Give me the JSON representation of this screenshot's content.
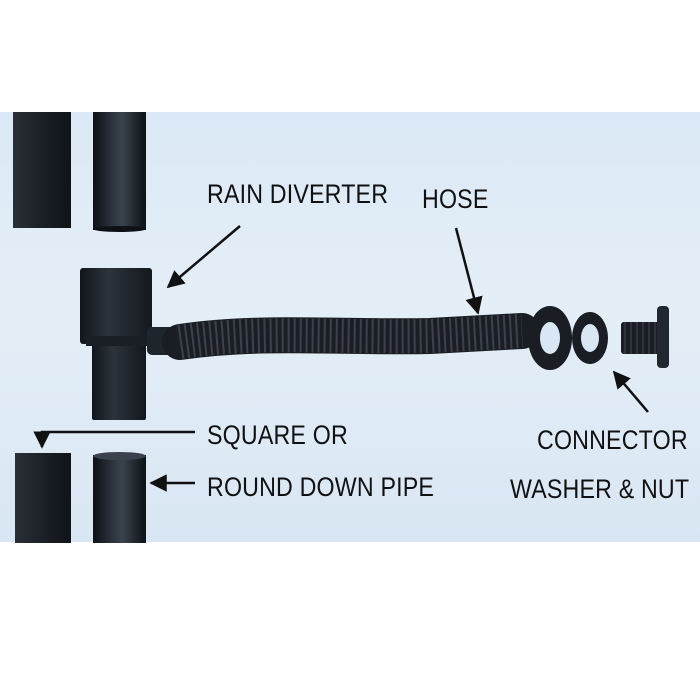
{
  "labels": {
    "rain_diverter": "RAIN DIVERTER",
    "hose": "HOSE",
    "square_or": "SQUARE OR",
    "round_down_pipe": "ROUND DOWN PIPE",
    "connector": "CONNECTOR",
    "washer_nut": "WASHER & NUT"
  },
  "colors": {
    "background": "#dbe9f6",
    "parts": "#1a1e24",
    "text": "#111111"
  }
}
